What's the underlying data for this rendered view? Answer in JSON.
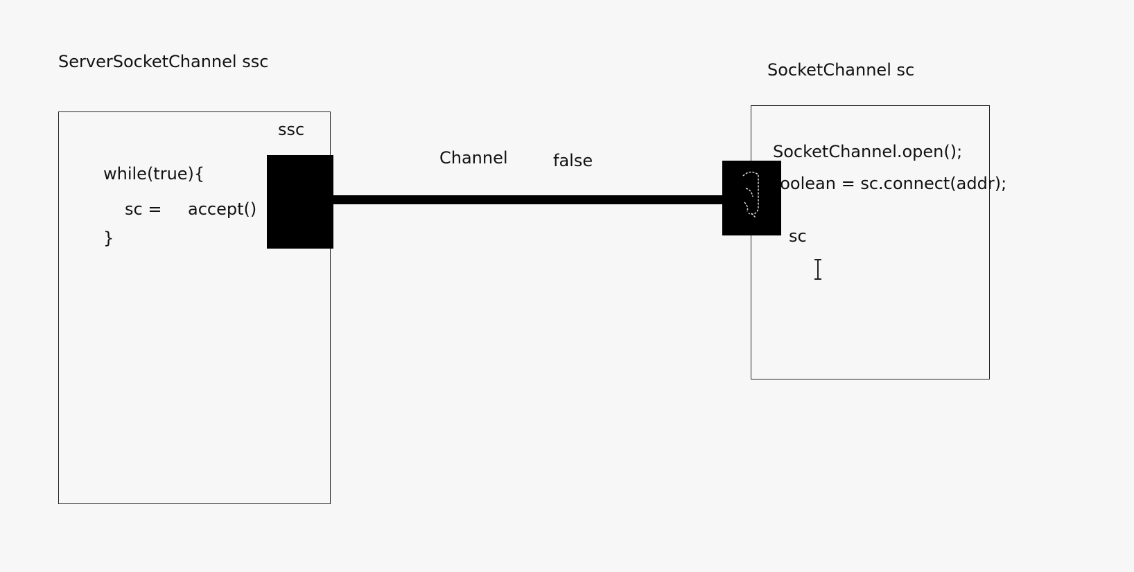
{
  "server": {
    "title": "ServerSocketChannel ssc",
    "socket_label": "ssc",
    "code": {
      "line1": "while(true){",
      "line2_var": "sc =",
      "line2_call": "accept()",
      "line3": "}"
    }
  },
  "connection": {
    "label": "Channel",
    "status": "false"
  },
  "client": {
    "title": "SocketChannel sc",
    "code": {
      "line1": "SocketChannel.open();",
      "line2": "boolean = sc.connect(addr);"
    },
    "socket_label": "sc"
  },
  "colors": {
    "background": "#f7f7f7",
    "stroke": "#222222",
    "fill": "#000000"
  },
  "icons": {
    "cursor": "text-cursor-icon",
    "client_socket_glyph": "glitch-mark-icon"
  }
}
